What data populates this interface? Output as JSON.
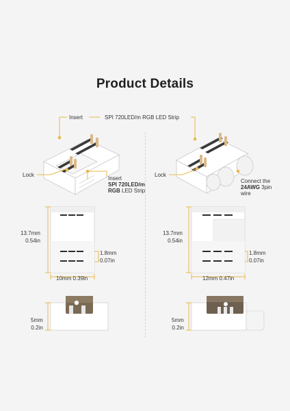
{
  "title": "Product Details",
  "top": {
    "insert_label": "Insert",
    "strip_label": "SPI 720LED/m RGB LED Strip"
  },
  "left_connector": {
    "lock_label": "Lock",
    "insert_note": {
      "line1": "Insert",
      "line2_bold": "SPI 720LED/m",
      "line3_bold": "RGB",
      "line3_rest": " LED Strip"
    }
  },
  "right_connector": {
    "lock_label": "Lock",
    "connect_note": {
      "line1": "Connect the",
      "line2_bold": "24AWG",
      "line2_rest": " 3pin",
      "line3": "wire"
    }
  },
  "left_dims": {
    "height_mm": "13.7mm",
    "height_in": "0.54in",
    "pitch_mm": "1.8mm",
    "pitch_in": "0.07in",
    "width": "10mm 0.39in",
    "thick_mm": "5mm",
    "thick_in": "0.2in"
  },
  "right_dims": {
    "height_mm": "13.7mm",
    "height_in": "0.54in",
    "pitch_mm": "1.8mm",
    "pitch_in": "0.07in",
    "width": "12mm 0.47in",
    "thick_mm": "5mm",
    "thick_in": "0.2in"
  },
  "colors": {
    "accent": "#e8b84a",
    "background": "#f4f4f4",
    "contact": "#2b2b2b"
  }
}
